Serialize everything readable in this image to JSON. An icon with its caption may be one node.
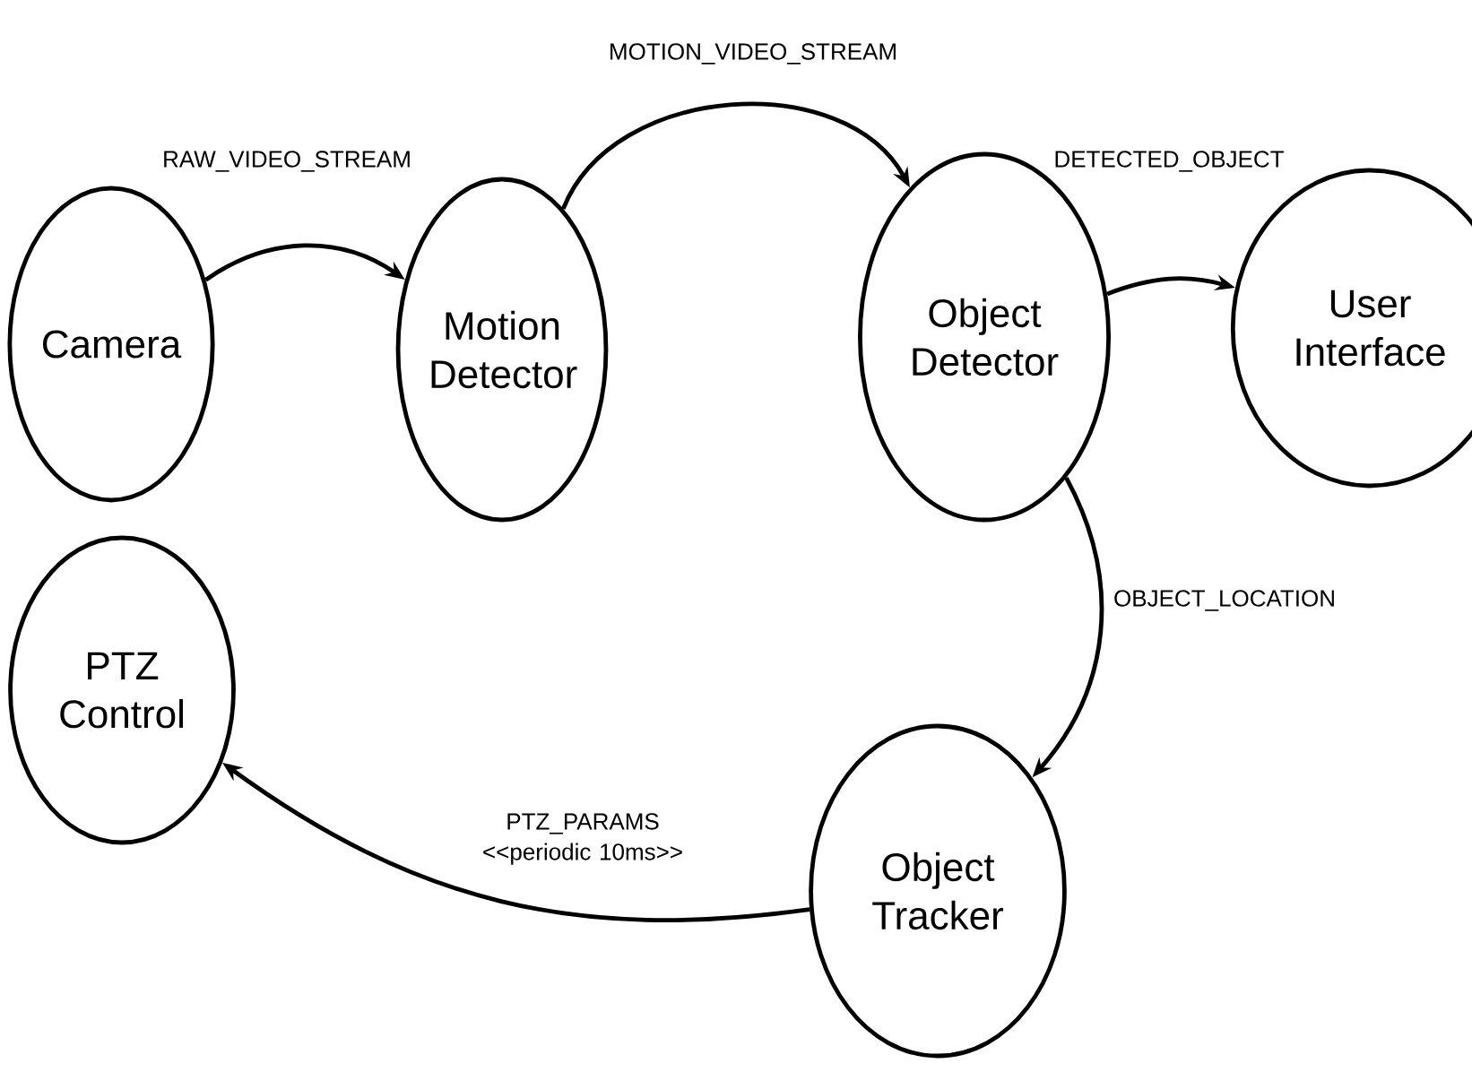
{
  "diagram": {
    "nodes": [
      {
        "text": [
          "Camera"
        ]
      },
      {
        "text": [
          "Motion Detector"
        ]
      },
      {
        "text": [
          "Object Detector"
        ]
      },
      {
        "text": [
          "User Interface"
        ]
      },
      {
        "text": [
          "PTZ Control"
        ]
      },
      {
        "text": [
          "Object Tracker"
        ]
      }
    ],
    "edges": [
      {
        "from": 0,
        "to": 1,
        "arrow": "to",
        "label": "RAW_VIDEO_STREAM"
      },
      {
        "from": 1,
        "to": 2,
        "arrow": "to",
        "label": "MOTION_VIDEO_STREAM"
      },
      {
        "from": 2,
        "to": 3,
        "arrow": "to",
        "label": "DETECTED_OBJECT"
      },
      {
        "from": 2,
        "to": 5,
        "arrow": "to",
        "label": "OBJECT_LOCATION"
      },
      {
        "from": 5,
        "to": 4,
        "arrow": "to",
        "label": "PTZ_PARAMS <<periodic 10ms>>"
      }
    ]
  }
}
